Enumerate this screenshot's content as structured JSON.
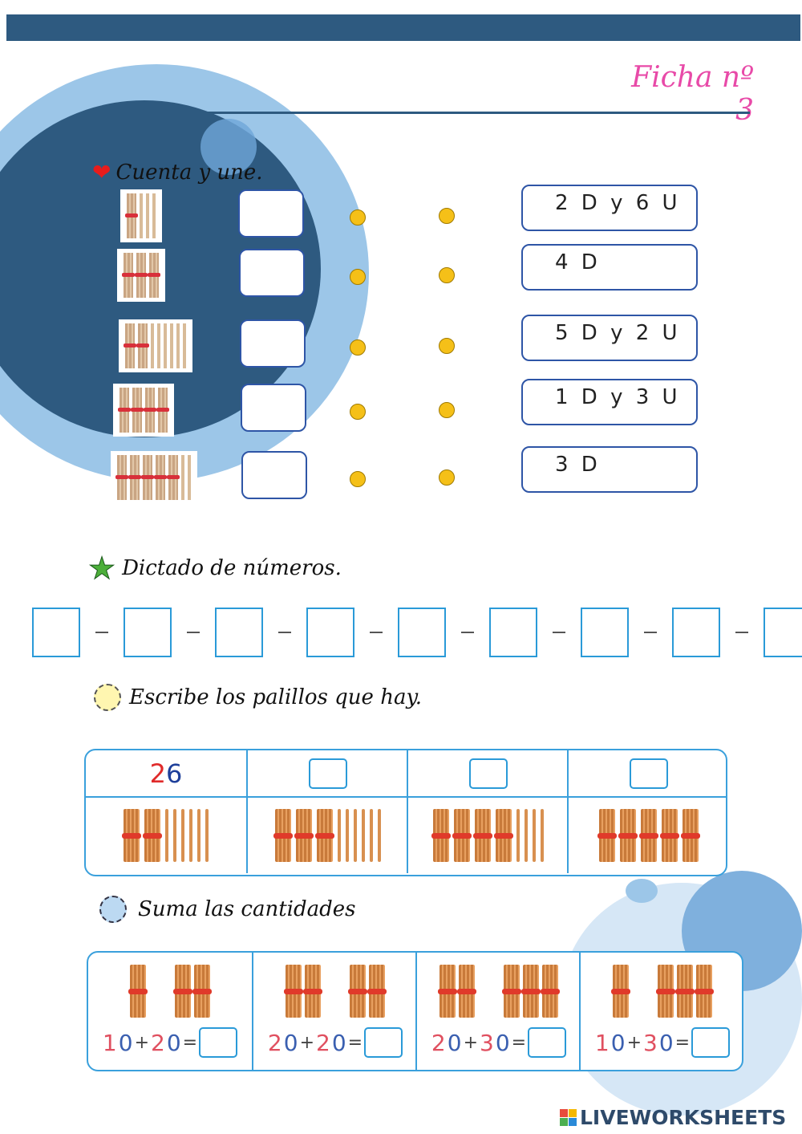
{
  "header": {
    "ficha": "Ficha nº 3"
  },
  "colors": {
    "header_bar": "#2e5a80",
    "ficha_text": "#e84aa8",
    "box_border": "#2e55a6",
    "dot": "#f5c018",
    "table_border": "#3aa0dc",
    "tens": "#e02a2a",
    "units": "#1e3f9a"
  },
  "section1": {
    "title": "Cuenta y une.",
    "icon": "heart-icon",
    "pictures": [
      {
        "bundles": 1,
        "units": 3
      },
      {
        "bundles": 3,
        "units": 0
      },
      {
        "bundles": 2,
        "units": 6
      },
      {
        "bundles": 4,
        "units": 0
      },
      {
        "bundles": 5,
        "units": 2
      }
    ],
    "answer_boxes": [
      "",
      "",
      "",
      "",
      ""
    ],
    "labels": [
      "2 D y 6 U",
      "4 D",
      "5 D y 2 U",
      "1 D y 3 U",
      "3 D"
    ]
  },
  "section2": {
    "title": "Dictado de números.",
    "icon": "star-icon",
    "boxes": [
      "",
      "",
      "",
      "",
      "",
      "",
      "",
      "",
      "",
      ""
    ]
  },
  "section3": {
    "title": "Escribe los palillos que hay.",
    "icon": "scribble-icon",
    "columns": [
      {
        "answer_tens": "2",
        "answer_units": "6",
        "bundles": 2,
        "units": 6
      },
      {
        "answer_tens": "",
        "answer_units": "",
        "bundles": 3,
        "units": 6
      },
      {
        "answer_tens": "",
        "answer_units": "",
        "bundles": 4,
        "units": 4
      },
      {
        "answer_tens": "",
        "answer_units": "",
        "bundles": 5,
        "units": 0
      }
    ]
  },
  "section4": {
    "title": "Suma las cantidades",
    "icon": "cloud-icon",
    "sums": [
      {
        "a_tens": "1",
        "a_units": "0",
        "b_tens": "2",
        "b_units": "0",
        "plus": "+",
        "equals": "=",
        "left_bundles": 1,
        "right_bundles": 2,
        "answer": ""
      },
      {
        "a_tens": "2",
        "a_units": "0",
        "b_tens": "2",
        "b_units": "0",
        "plus": "+",
        "equals": "=",
        "left_bundles": 2,
        "right_bundles": 2,
        "answer": ""
      },
      {
        "a_tens": "2",
        "a_units": "0",
        "b_tens": "3",
        "b_units": "0",
        "plus": "+",
        "equals": "=",
        "left_bundles": 2,
        "right_bundles": 3,
        "answer": ""
      },
      {
        "a_tens": "1",
        "a_units": "0",
        "b_tens": "3",
        "b_units": "0",
        "plus": "+",
        "equals": "=",
        "left_bundles": 1,
        "right_bundles": 3,
        "answer": ""
      }
    ]
  },
  "footer": {
    "logo": "LIVEWORKSHEETS"
  }
}
